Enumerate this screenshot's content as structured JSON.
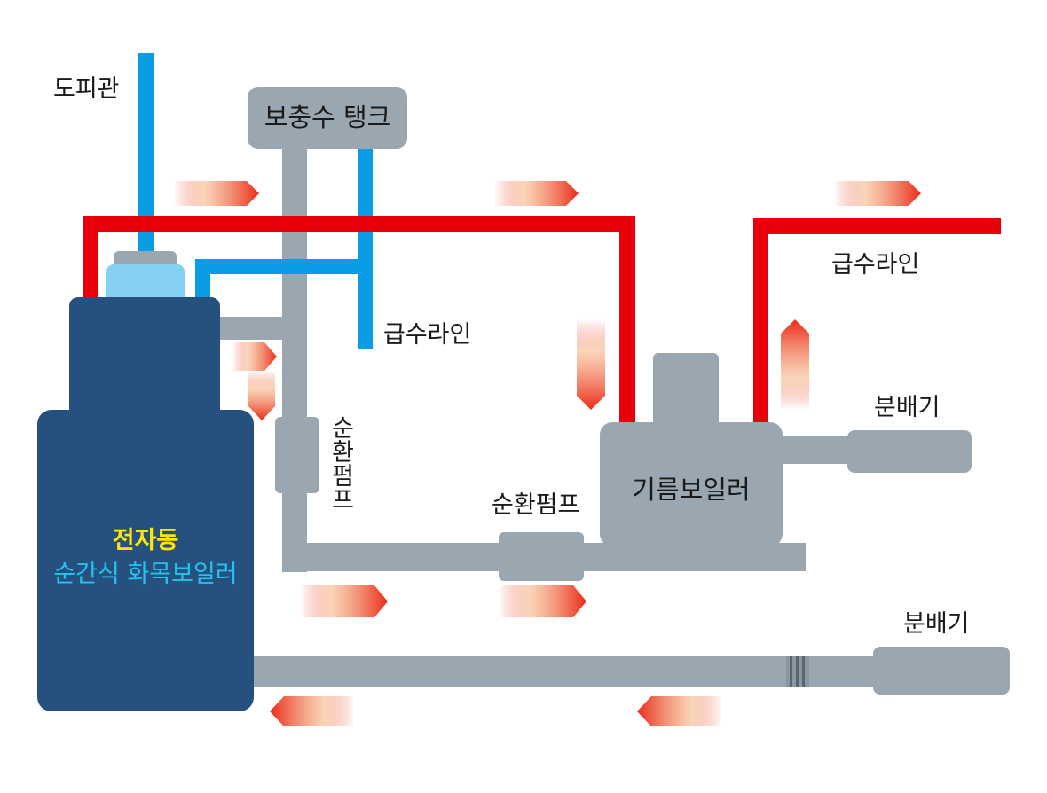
{
  "colors": {
    "hot_pipe": "#e8000b",
    "cold_pipe": "#0b9ce6",
    "return_pipe": "#9aa7b0",
    "boiler_body": "#26517f",
    "boiler_cap": "#85d1f2",
    "flow_arrow": "#ea2a18",
    "title_yellow": "#ffe600",
    "title_cyan": "#21c3f0"
  },
  "labels": {
    "vent_pipe": "도피관",
    "makeup_tank": "보충수 탱크",
    "supply_line_center": "급수라인",
    "supply_line_right": "급수라인",
    "circ_pump_vertical": "순환펌프",
    "circ_pump_horizontal": "순환펌프",
    "oil_boiler": "기름보일러",
    "distributor_upper": "분배기",
    "distributor_lower": "분배기"
  },
  "main_boiler": {
    "brand": "전자동",
    "name": "순간식 화목보일러"
  }
}
